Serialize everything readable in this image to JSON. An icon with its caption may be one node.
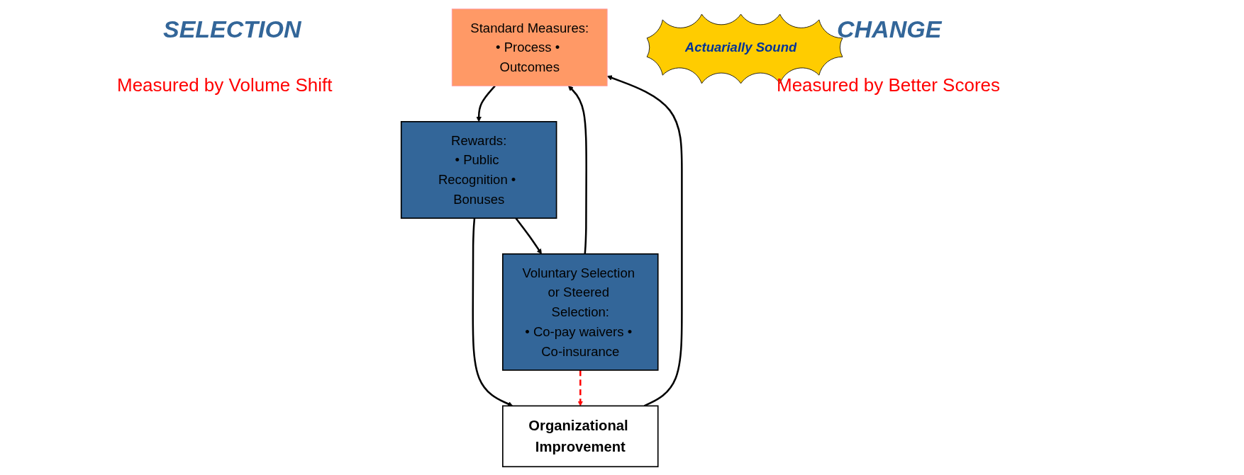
{
  "diagram": {
    "nodes": [
      {
        "text": [
          "Standard Measures:",
          "• Process • Outcomes"
        ]
      },
      {
        "text": [
          "Voluntary Selection or Steered Selection:",
          "• Co-pay waivers • Co-insurance"
        ]
      },
      {
        "text": [
          "Actuarially Sound"
        ]
      },
      {
        "text": [
          "Rewards:",
          "• Public Recognition • Bonuses"
        ]
      },
      {
        "text": [
          "Organizational Improvement"
        ]
      }
    ],
    "edges": [
      {
        "from": 1,
        "to": 0,
        "arrow": "to"
      },
      {
        "from": 4,
        "to": 0,
        "arrow": "to"
      },
      {
        "from": 0,
        "to": 3,
        "arrow": "to"
      },
      {
        "from": 3,
        "to": 1,
        "arrow": "to"
      },
      {
        "from": 3,
        "to": 4,
        "arrow": "to"
      },
      {
        "from": 1,
        "to": 4,
        "arrow": "to",
        "style": "dashed",
        "color": "#ff0000"
      }
    ],
    "labels": [
      "SELECTION",
      "CHANGE",
      "Measured by Volume Shift",
      "Measured by Better Scores"
    ]
  }
}
